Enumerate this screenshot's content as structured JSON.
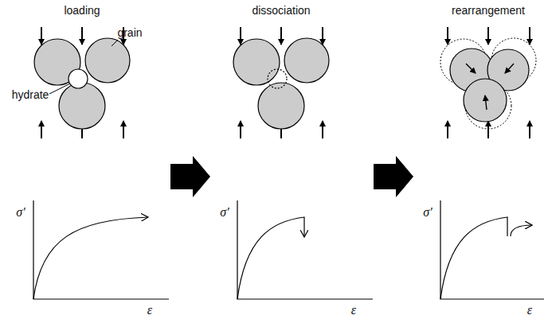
{
  "diagram": {
    "labels": [
      "loading",
      "grain",
      "hydrate",
      "σ′",
      "ε",
      "dissociation",
      "σ′",
      "ε",
      "rearrangement",
      "σ′",
      "ε"
    ]
  }
}
